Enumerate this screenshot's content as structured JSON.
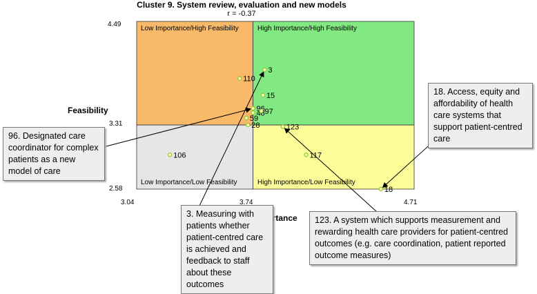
{
  "chart_data": {
    "type": "scatter",
    "title": "Cluster 9. System review, evaluation and new models",
    "subtitle": "r = -0.37",
    "xlabel": "Importance",
    "ylabel": "Feasibility",
    "xlim": [
      3.04,
      4.71
    ],
    "ylim": [
      2.58,
      4.49
    ],
    "x_ticks": [
      "3.04",
      "3.74",
      "4.71"
    ],
    "y_ticks": [
      "4.49",
      "3.31",
      "2.58"
    ],
    "x_mean": 3.74,
    "y_mean": 3.31,
    "quadrants": [
      {
        "label": "Low Importance/High Feasibility",
        "color": "#f8b968"
      },
      {
        "label": "High Importance/High Feasibility",
        "color": "#82e882"
      },
      {
        "label": "Low Importance/Low Feasibility",
        "color": "#e6e6e6"
      },
      {
        "label": "High Importance/Low Feasibility",
        "color": "#fcfc98"
      }
    ],
    "points": [
      {
        "label": "3",
        "x": 3.81,
        "y": 3.94
      },
      {
        "label": "110",
        "x": 3.66,
        "y": 3.84
      },
      {
        "label": "15",
        "x": 3.8,
        "y": 3.65
      },
      {
        "label": "96",
        "x": 3.74,
        "y": 3.5
      },
      {
        "label": "48",
        "x": 3.74,
        "y": 3.45
      },
      {
        "label": "97",
        "x": 3.79,
        "y": 3.47
      },
      {
        "label": "59",
        "x": 3.7,
        "y": 3.39
      },
      {
        "label": "28",
        "x": 3.71,
        "y": 3.31
      },
      {
        "label": "123",
        "x": 3.92,
        "y": 3.29
      },
      {
        "label": "106",
        "x": 3.24,
        "y": 2.97
      },
      {
        "label": "117",
        "x": 4.06,
        "y": 2.97
      },
      {
        "label": "18",
        "x": 4.51,
        "y": 2.58
      }
    ],
    "point_color": "#8dc63f"
  },
  "callouts": [
    {
      "id": "c96",
      "text": "96. Designated care coordinator for complex patients as a new model of care",
      "target": "96"
    },
    {
      "id": "c3",
      "text": "3. Measuring with patients whether patient-centred care is achieved and feedback to staff about these outcomes",
      "target": "3"
    },
    {
      "id": "c18",
      "text": "18. Access, equity and affordability of health care systems that support patient-centred care",
      "target": "18"
    },
    {
      "id": "c123",
      "text": "123. A system which supports measurement and rewarding health care providers for patient-centred outcomes (e.g. care coordination, patient reported outcome measures)",
      "target": "123"
    }
  ]
}
